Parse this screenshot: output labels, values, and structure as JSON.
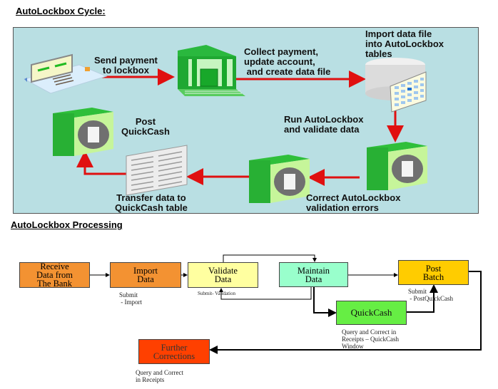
{
  "sections": {
    "cycle_title": "AutoLockbox Cycle:",
    "processing_title": "AutoLockbox Processing"
  },
  "cycle": {
    "labels": {
      "send_payment": "Send payment\nto lockbox",
      "collect_payment": "Collect payment,\nupdate account,\n and create data file",
      "import_data": "Import data file\ninto AutoLockbox\ntables",
      "run_autolockbox": "Run AutoLockbox\nand validate data",
      "correct_errors": "Correct AutoLockbox\nvalidation errors",
      "transfer_data": "Transfer data to\nQuickCash table",
      "post_quickcash": "Post\nQuickCash"
    },
    "icons": [
      "check-payment-icon",
      "bank-building-icon",
      "database-table-icon",
      "server-icon",
      "server-icon",
      "document-table-icon",
      "server-icon"
    ],
    "colors": {
      "panel": "#b9dfe3",
      "arrow": "#e01010",
      "green": "#1fb83a",
      "light_green": "#c6f59a"
    }
  },
  "processing": {
    "boxes": [
      {
        "id": "receive",
        "label": "Receive\nData from\nThe Bank",
        "color": "#f39232"
      },
      {
        "id": "import",
        "label": "Import\nData",
        "color": "#f39232"
      },
      {
        "id": "validate",
        "label": "Validate\nData",
        "color": "#ffffa0"
      },
      {
        "id": "maintain",
        "label": "Maintain\nData",
        "color": "#99ffcc"
      },
      {
        "id": "post",
        "label": "Post\nBatch",
        "color": "#ffcc00"
      },
      {
        "id": "quickcash",
        "label": "QuickCash",
        "color": "#66ee44"
      },
      {
        "id": "further",
        "label": "Further\nCorrections",
        "color": "#ff4000"
      }
    ],
    "notes": {
      "import": "Submit\n - Import",
      "validate": "Submit- Validation",
      "post": "Submit\n - PostQuickCash",
      "quickcash": "Query and Correct in\nReceipts – QuickCash\nWindow",
      "further": "Query and Correct\nin Receipts"
    }
  }
}
